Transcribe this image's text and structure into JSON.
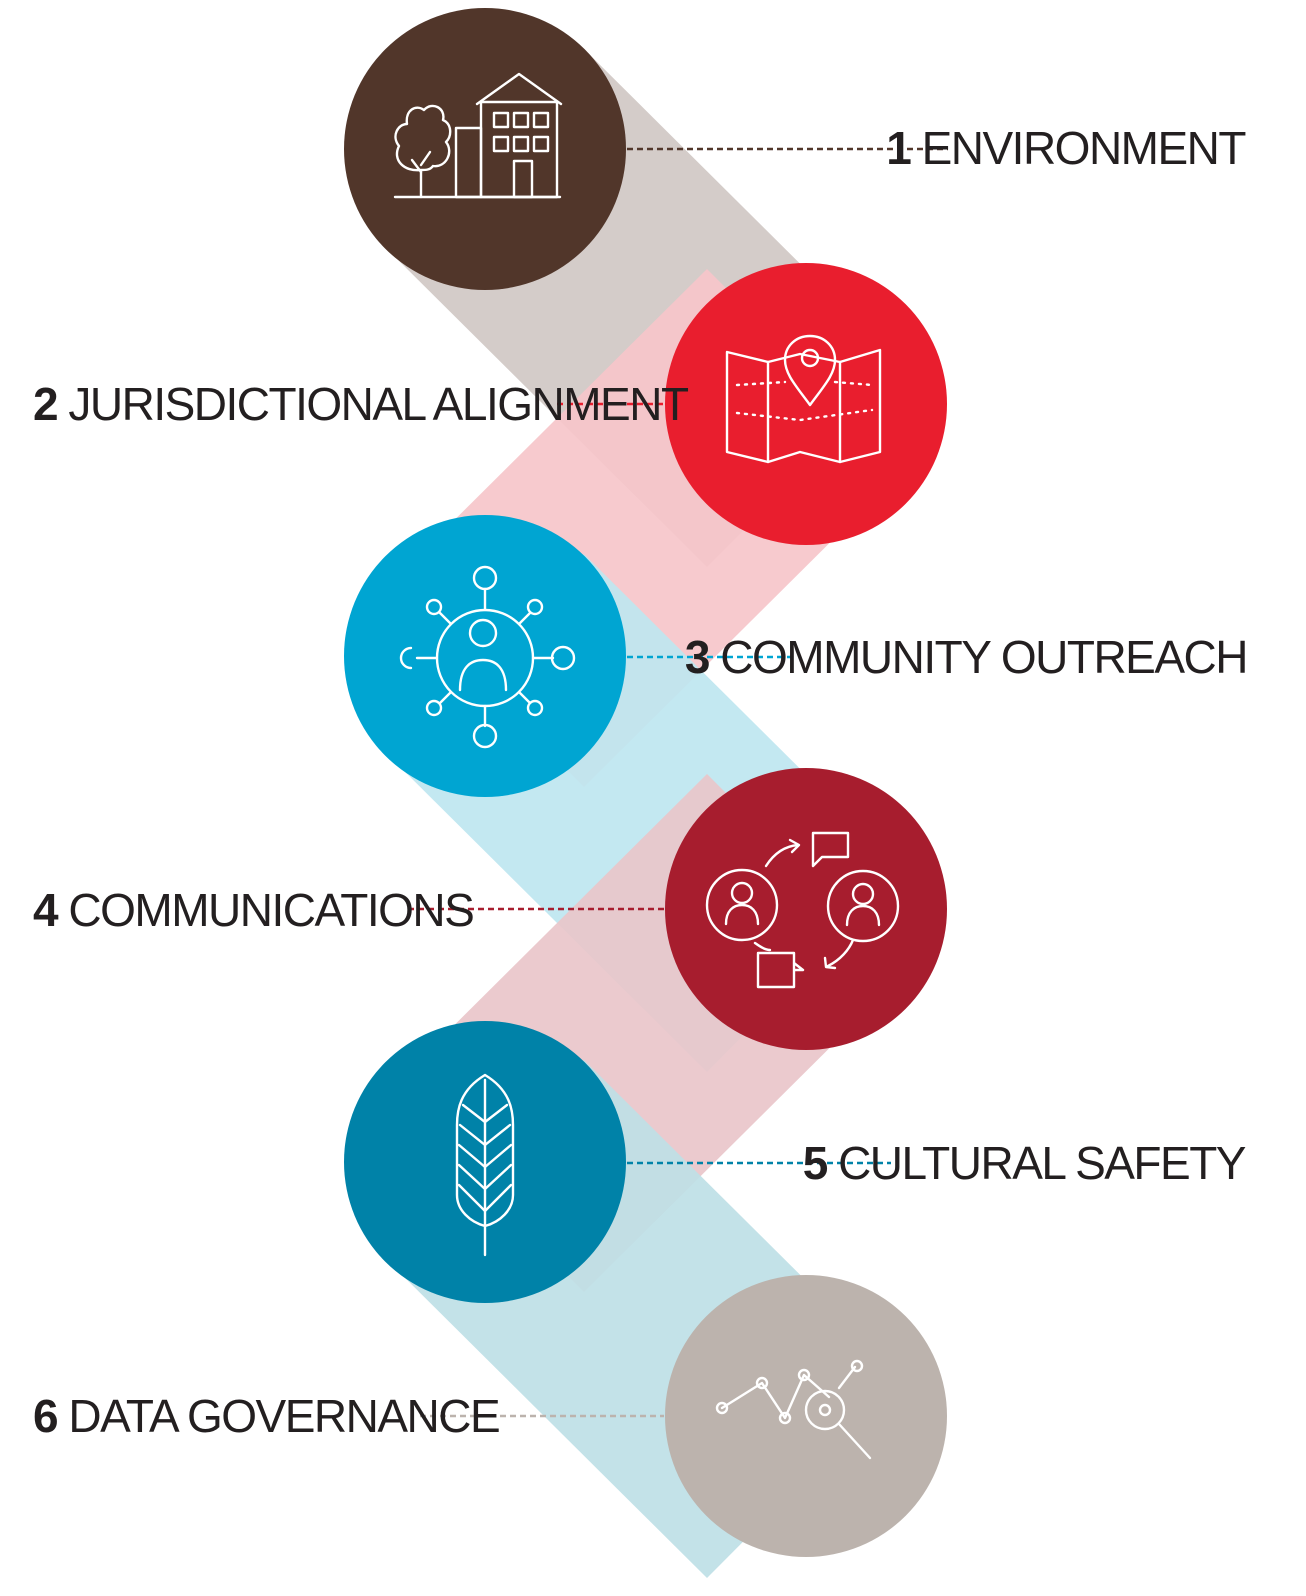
{
  "steps": [
    {
      "number": "1",
      "label": "ENVIRONMENT",
      "icon": "buildings-tree-icon",
      "color": "#51362a",
      "band_color": "#d4ccc9"
    },
    {
      "number": "2",
      "label": "JURISDICTIONAL ALIGNMENT",
      "icon": "map-pin-icon",
      "color": "#e91e2e",
      "band_color": "#f6c5ca"
    },
    {
      "number": "3",
      "label": "COMMUNITY OUTREACH",
      "icon": "network-person-icon",
      "color": "#00a5d2",
      "band_color": "#bee6f0"
    },
    {
      "number": "4",
      "label": "COMMUNICATIONS",
      "icon": "conversation-cycle-icon",
      "color": "#a71d2e",
      "band_color": "#e9c5ca"
    },
    {
      "number": "5",
      "label": "CULTURAL SAFETY",
      "icon": "wheat-leaf-icon",
      "color": "#0082a8",
      "band_color": "#bedfe6"
    },
    {
      "number": "6",
      "label": "DATA GOVERNANCE",
      "icon": "data-analytics-icon",
      "color": "#bcb3ad",
      "band_color": "#bcb3ad"
    }
  ]
}
